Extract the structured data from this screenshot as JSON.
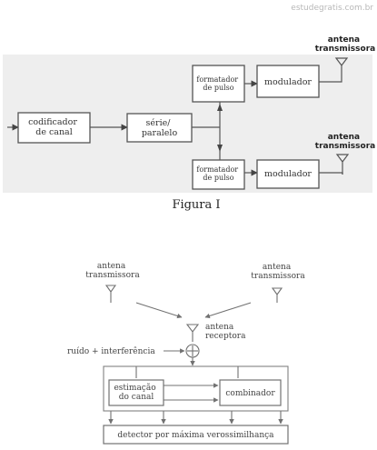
{
  "watermark": "estudegratis.com.br",
  "figure1": {
    "caption": "Figura I",
    "blocks": {
      "encoder": [
        "codificador",
        "de canal"
      ],
      "serial_parallel": [
        "série/",
        "paralelo"
      ],
      "pulse_shaper_top": [
        "formatador",
        "de pulso"
      ],
      "modulator_top": "modulador",
      "pulse_shaper_bottom": [
        "formatador",
        "de pulso"
      ],
      "modulator_bottom": "modulador"
    },
    "antenna_top": [
      "antena",
      "transmissora"
    ],
    "antenna_bottom": [
      "antena",
      "transmissora"
    ]
  },
  "figure2": {
    "tx_antenna_left": [
      "antena",
      "transmissora"
    ],
    "tx_antenna_right": [
      "antena",
      "transmissora"
    ],
    "rx_antenna": [
      "antena",
      "receptora"
    ],
    "noise_label": "ruído + interferência",
    "blocks": {
      "channel_estimation": [
        "estimação",
        "do canal"
      ],
      "combiner": "combinador",
      "ml_detector": "detector por máxima verossimilhança"
    }
  }
}
